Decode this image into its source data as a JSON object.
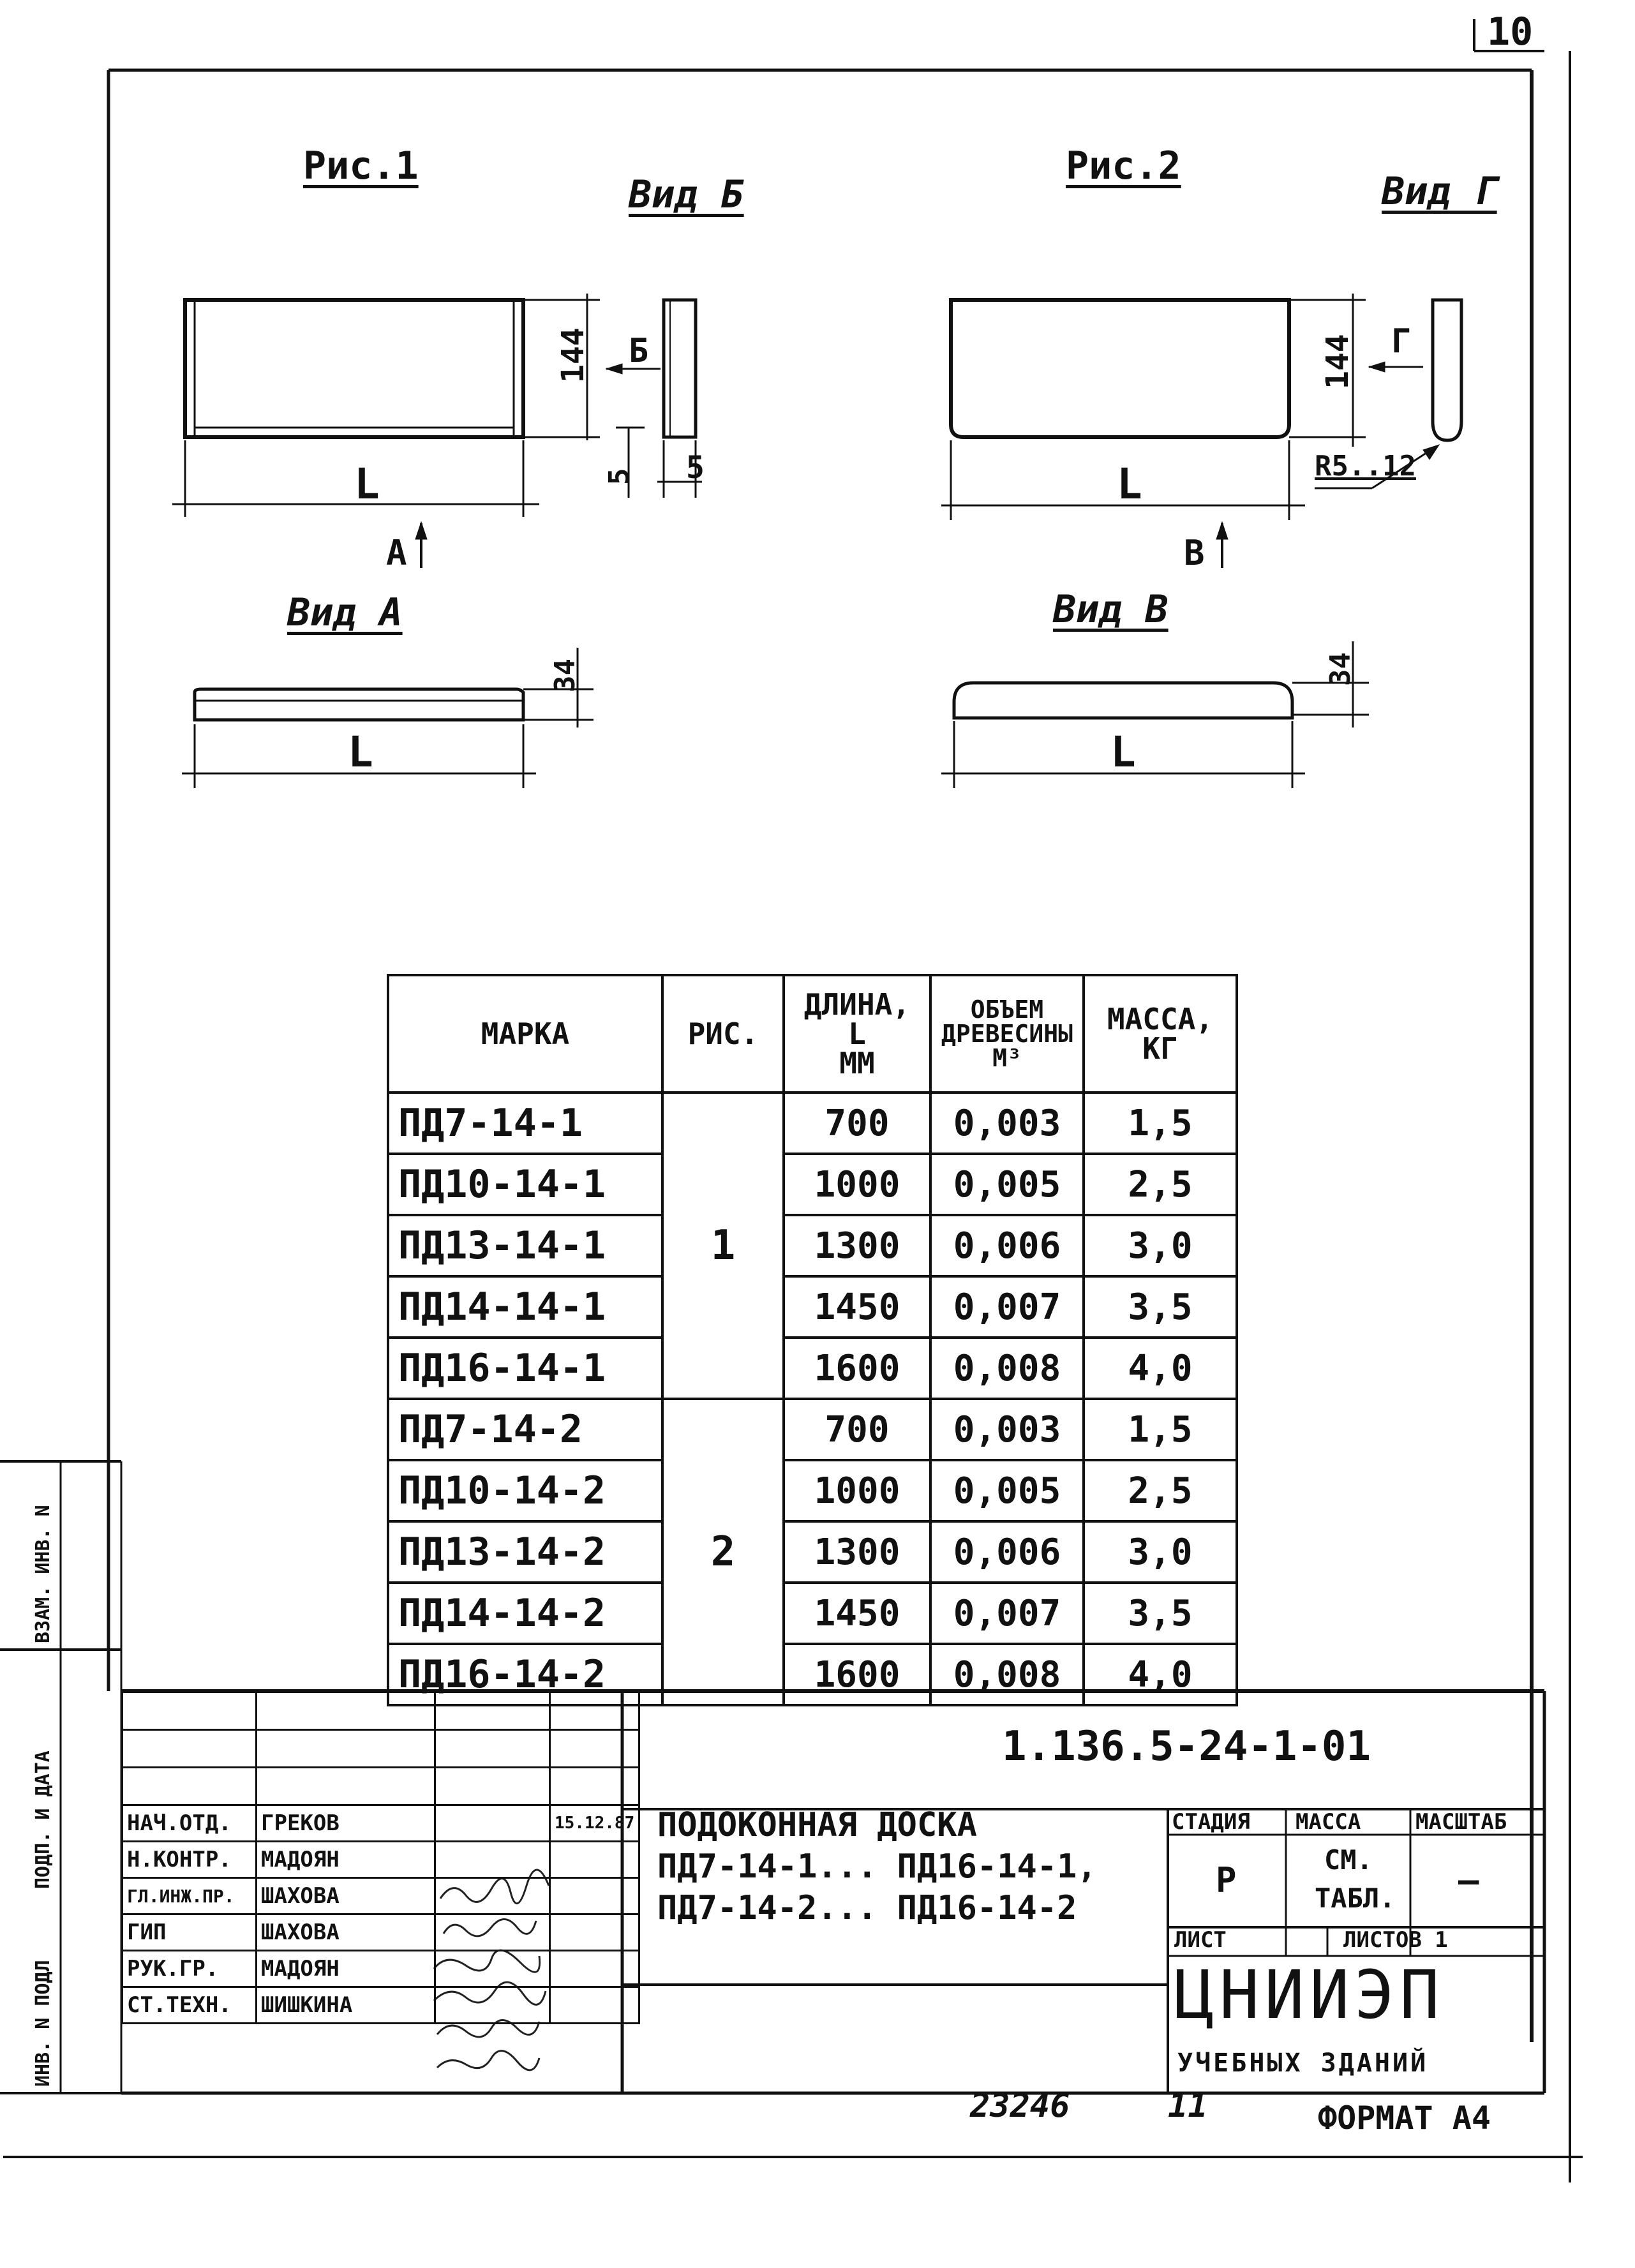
{
  "sheet_number": "10",
  "figures": {
    "fig1": {
      "title": "Рис.1",
      "view_side": "Вид Б",
      "view_front": "Вид А",
      "arrow_side": "Б",
      "arrow_front": "А",
      "dim_height": "144",
      "dim_small_1": "5",
      "dim_small_2": "5",
      "dim_length": "L",
      "dim_thickness": "34"
    },
    "fig2": {
      "title": "Рис.2",
      "view_side": "Вид Г",
      "view_front": "Вид В",
      "arrow_side": "Г",
      "arrow_front": "В",
      "dim_height": "144",
      "dim_radius": "R5..12",
      "dim_length": "L",
      "dim_thickness": "34"
    }
  },
  "table": {
    "headers": [
      "МАРКА",
      "РИС.",
      "ДЛИНА, L ММ",
      "ОБЪЕМ ДРЕВЕСИНЫ М³",
      "МАССА, КГ"
    ],
    "header_lines": {
      "mark": "МАРКА",
      "fig": "РИС.",
      "length": [
        "ДЛИНА,",
        "L",
        "ММ"
      ],
      "volume": [
        "ОБЪЕМ",
        "ДРЕВЕСИНЫ",
        "М³"
      ],
      "mass": [
        "МАССА,",
        "КГ"
      ]
    },
    "groups": [
      {
        "fig": "1",
        "rows": [
          {
            "mark": "ПД7-14-1",
            "length": "700",
            "volume": "0,003",
            "mass": "1,5"
          },
          {
            "mark": "ПД10-14-1",
            "length": "1000",
            "volume": "0,005",
            "mass": "2,5"
          },
          {
            "mark": "ПД13-14-1",
            "length": "1300",
            "volume": "0,006",
            "mass": "3,0"
          },
          {
            "mark": "ПД14-14-1",
            "length": "1450",
            "volume": "0,007",
            "mass": "3,5"
          },
          {
            "mark": "ПД16-14-1",
            "length": "1600",
            "volume": "0,008",
            "mass": "4,0"
          }
        ]
      },
      {
        "fig": "2",
        "rows": [
          {
            "mark": "ПД7-14-2",
            "length": "700",
            "volume": "0,003",
            "mass": "1,5"
          },
          {
            "mark": "ПД10-14-2",
            "length": "1000",
            "volume": "0,005",
            "mass": "2,5"
          },
          {
            "mark": "ПД13-14-2",
            "length": "1300",
            "volume": "0,006",
            "mass": "3,0"
          },
          {
            "mark": "ПД14-14-2",
            "length": "1450",
            "volume": "0,007",
            "mass": "3,5"
          },
          {
            "mark": "ПД16-14-2",
            "length": "1600",
            "volume": "0,008",
            "mass": "4,0"
          }
        ]
      }
    ]
  },
  "side_stamp": {
    "vzam": "ВЗАМ. ИНВ. N",
    "podp": "ПОДП. И ДАТА",
    "inv": "ИНВ. N ПОДЛ"
  },
  "title_block": {
    "doc_code": "1.136.5-24-1-01",
    "title_lines": [
      "ПОДОКОННАЯ ДОСКА",
      "ПД7-14-1... ПД16-14-1,",
      "ПД7-14-2... ПД16-14-2"
    ],
    "stage_label": "СТАДИЯ",
    "mass_label": "МАССА",
    "scale_label": "МАСШТАБ",
    "stage_value": "Р",
    "mass_value_1": "СМ.",
    "mass_value_2": "ТАБЛ.",
    "scale_value": "—",
    "sheet_label": "ЛИСТ",
    "sheets_label": "ЛИСТОВ 1",
    "org_name": "ЦНИИЭП",
    "org_sub": "УЧЕБНЫХ ЗДАНИЙ",
    "signatures": [
      {
        "role": "НАЧ.ОТД.",
        "name": "ГРЕКОВ",
        "date": "15.12.87"
      },
      {
        "role": "Н.КОНТР.",
        "name": "МАДОЯН",
        "date": ""
      },
      {
        "role": "ГЛ.ИНЖ.ПР.",
        "name": "ШАХОВА",
        "date": ""
      },
      {
        "role": "ГИП",
        "name": "ШАХОВА",
        "date": ""
      },
      {
        "role": "РУК.ГР.",
        "name": "МАДОЯН",
        "date": ""
      },
      {
        "role": "СТ.ТЕХН.",
        "name": "ШИШКИНА",
        "date": ""
      }
    ]
  },
  "footer": {
    "inv_number": "23246",
    "copy_mark": "11",
    "format": "ФОРМАТ А4"
  }
}
